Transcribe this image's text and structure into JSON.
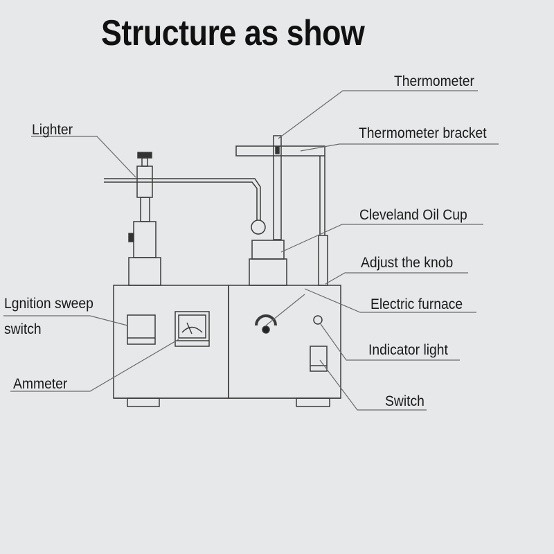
{
  "title": "Structure as show",
  "labels": {
    "thermometer": "Thermometer",
    "thermometer_bracket": "Thermometer  bracket",
    "lighter": "Lighter",
    "cleveland_oil_cup": "Cleveland  Oil  Cup",
    "adjust_knob": "Adjust  the  knob",
    "electric_furnace": "Electric  furnace",
    "ignition_sweep_line1": "Lgnition  sweep",
    "ignition_sweep_line2": "switch",
    "indicator_light": "Indicator  light",
    "ammeter": "Ammeter",
    "switch": "Switch"
  },
  "colors": {
    "background": "#e6e8ea",
    "line": "#3a3a3a",
    "leader": "#6a6a6a",
    "text": "#1a1a1a"
  }
}
